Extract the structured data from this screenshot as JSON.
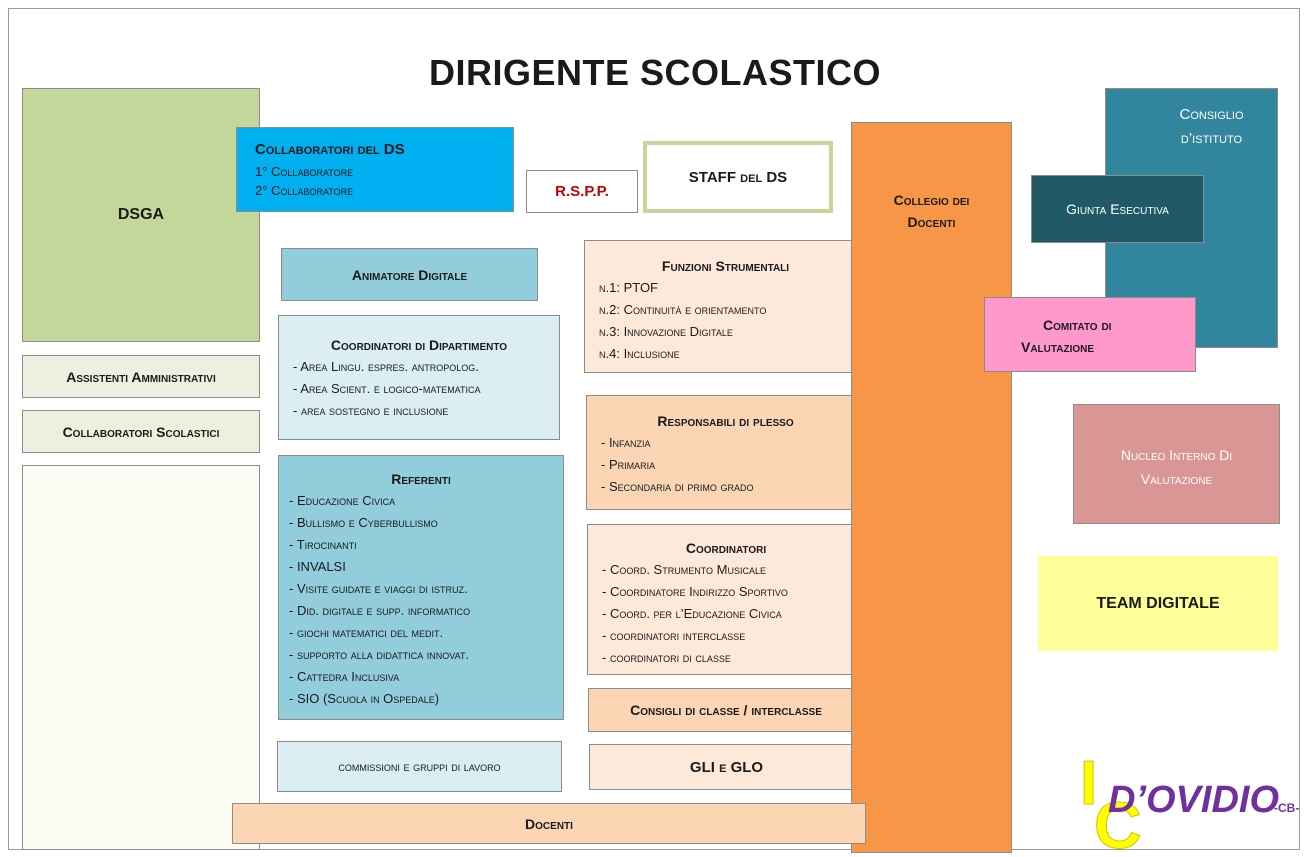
{
  "title": "DIRIGENTE SCOLASTICO",
  "colors": {
    "dsga": "#c4d79b",
    "collaboratori_ds": "#00b0f0",
    "staff_border": "#c4d79b",
    "animatore": "#92cddc",
    "coordinatori_dip": "#daeef3",
    "referenti": "#92cddc",
    "commissioni": "#daeef3",
    "funzioni": "#fde9d9",
    "responsabili": "#fcd5b4",
    "coordinatori": "#fde9d9",
    "consigli": "#fcd5b4",
    "gli": "#fde9d9",
    "docenti": "#fcd5b4",
    "collegio": "#f79646",
    "consiglio_istituto": "#31859c",
    "giunta": "#215967",
    "comitato": "#ff99cc",
    "nucleo": "#da9694",
    "team_digitale": "#ffff99",
    "logo_purple": "#7030a0",
    "logo_yellow": "#ffff00"
  },
  "dsga": {
    "label": "DSGA"
  },
  "assistenti": {
    "label": "Assistenti Amministrativi"
  },
  "collaboratori_scolastici": {
    "label": "Collaboratori Scolastici"
  },
  "collaboratori_ds": {
    "heading": "Collaboratori del DS",
    "items": [
      "1° Collaboratore",
      "2° Collaboratore"
    ]
  },
  "rspp": {
    "label": "R.S.P.P."
  },
  "staff": {
    "label_main": "STAFF",
    "label_rest": " del DS"
  },
  "animatore": {
    "label": "Animatore Digitale"
  },
  "coordinatori_dipartimento": {
    "heading": "Coordinatori di Dipartimento",
    "items": [
      "- Area Lingu. espres. antropolog.",
      "- Area Scient. e logico-matematica",
      "- area sostegno e inclusione"
    ]
  },
  "referenti": {
    "heading": "Referenti",
    "items": [
      "- Educazione Civica",
      "- Bullismo e Cyberbullismo",
      "- Tirocinanti",
      "- INVALSI",
      "- Visite guidate e viaggi di istruz.",
      "-  Did. digitale e supp. informatico",
      "- giochi matematici del medit.",
      "- supporto alla didattica innovat.",
      "- Cattedra Inclusiva",
      "- SIO (Scuola in Ospedale)"
    ]
  },
  "commissioni": {
    "label": "commissioni e gruppi di lavoro"
  },
  "funzioni_strumentali": {
    "heading": "Funzioni Strumentali",
    "items": [
      "n.1: PTOF",
      "n.2: Continuità e orientamento",
      "n.3: Innovazione Digitale",
      "n.4: Inclusione"
    ]
  },
  "responsabili_plesso": {
    "heading": "Responsabili di plesso",
    "items": [
      "- Infanzia",
      "- Primaria",
      "- Secondaria di primo grado"
    ]
  },
  "coordinatori": {
    "heading": "Coordinatori",
    "items": [
      "- Coord. Strumento Musicale",
      "- Coordinatore Indirizzo Sportivo",
      "- Coord. per l’Educazione Civica",
      "-  coordinatori interclasse",
      "- coordinatori di classe"
    ]
  },
  "consigli_classe": {
    "label": "Consigli di classe / interclasse"
  },
  "gli_glo": {
    "label": "GLI e GLO"
  },
  "docenti": {
    "label": "Docenti"
  },
  "collegio": {
    "label_line1": "Collegio dei",
    "label_line2": "Docenti"
  },
  "consiglio_istituto": {
    "label_line1": "Consiglio",
    "label_line2": "d’istituto"
  },
  "giunta": {
    "label": "Giunta Esecutiva"
  },
  "comitato": {
    "label_line1": "Comitato di",
    "label_line2": "Valutazione"
  },
  "nucleo": {
    "label_line1": "Nucleo Interno Di",
    "label_line2": "Valutazione"
  },
  "team_digitale": {
    "label": "TEAM DIGITALE"
  },
  "logo": {
    "letter_i": "I",
    "letter_c": "C",
    "name": "D’OVIDIO",
    "suffix": "-CB-"
  }
}
